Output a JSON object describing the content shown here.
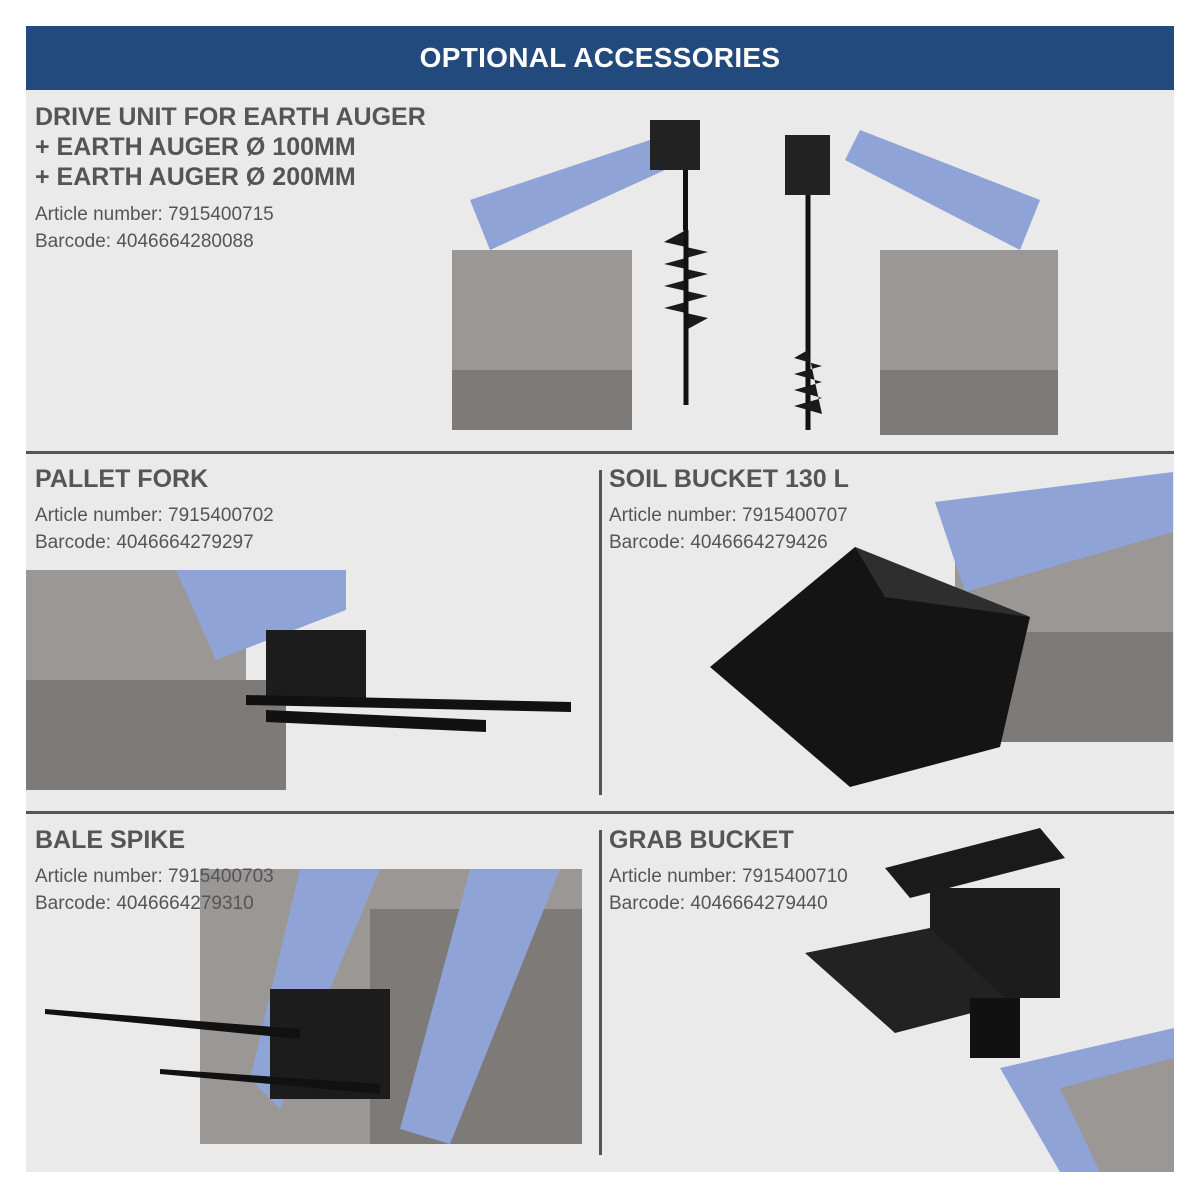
{
  "header": {
    "title": "OPTIONAL ACCESSORIES"
  },
  "products": [
    {
      "title_lines": [
        "DRIVE UNIT FOR EARTH AUGER",
        "+ EARTH AUGER Ø 100MM",
        "+ EARTH AUGER Ø 200MM"
      ],
      "article": "Article number: 7915400715",
      "barcode": "Barcode: 4046664280088"
    },
    {
      "title": "PALLET FORK",
      "article": "Article number: 7915400702",
      "barcode": "Barcode: 4046664279297"
    },
    {
      "title": "SOIL BUCKET 130 L",
      "article": "Article number: 7915400707",
      "barcode": "Barcode: 4046664279426"
    },
    {
      "title": "BALE SPIKE",
      "article": "Article number: 7915400703",
      "barcode": "Barcode: 4046664279310"
    },
    {
      "title": "GRAB BUCKET",
      "article": "Article number: 7915400710",
      "barcode": "Barcode: 4046664279440"
    }
  ],
  "colors": {
    "header_bg": "#234a7c",
    "panel_bg": "#ebeaea",
    "text": "#555555",
    "machine_blue": "#8fa3d6"
  }
}
